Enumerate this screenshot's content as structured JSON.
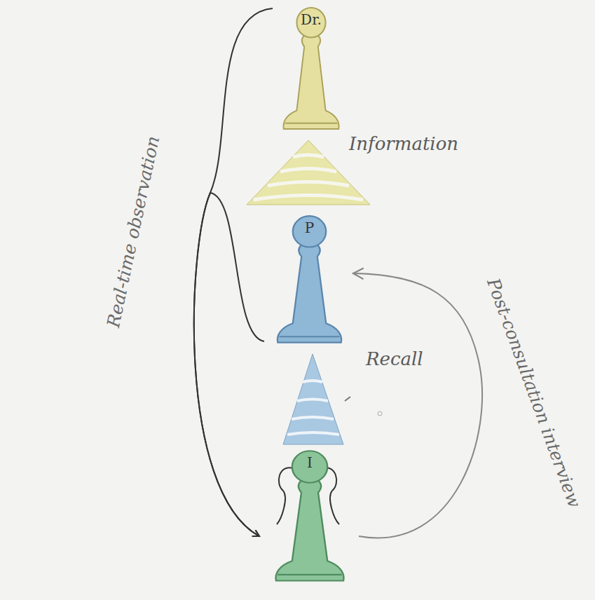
{
  "diagram": {
    "nodes": [
      {
        "text": [
          "Dr."
        ]
      },
      {
        "text": [
          "P"
        ]
      },
      {
        "text": [
          "I"
        ]
      }
    ],
    "edges": [
      {
        "from": 0,
        "to": 2,
        "arrow": "to",
        "label": "Real-time observation"
      },
      {
        "from": 1,
        "to": 2,
        "arrow": "to"
      },
      {
        "from": 2,
        "to": 1,
        "arrow": "to",
        "label": "Post-consultation interview"
      }
    ],
    "labels": [
      "Information",
      "Recall"
    ]
  }
}
